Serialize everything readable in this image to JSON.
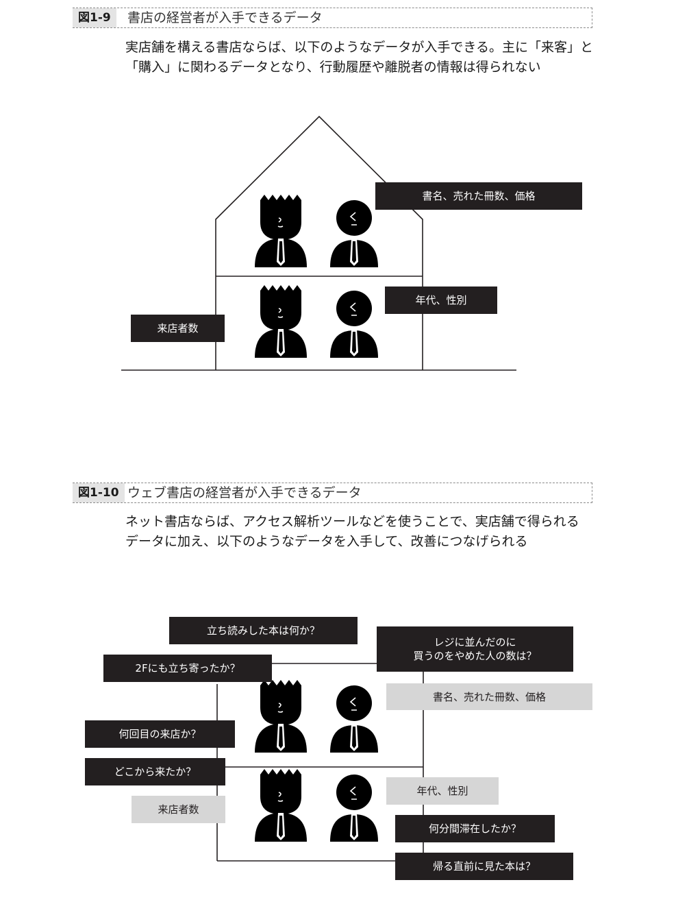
{
  "figure1": {
    "number": "図1-9",
    "title": "書店の経営者が入手できるデータ",
    "description": [
      "実店舗を構える書店ならば、以下のようなデータが入手できる。主に「来客」と",
      "「購入」に関わるデータとなり、行動履歴や離脱者の情報は得られない"
    ],
    "labels": {
      "purchase": "書名、売れた冊数、価格",
      "demographics": "年代、性別",
      "visitors": "来店者数"
    }
  },
  "figure2": {
    "number": "図1-10",
    "title": "ウェブ書店の経営者が入手できるデータ",
    "description": [
      "ネット書店ならば、アクセス解析ツールなどを使うことで、実店舗で得られる",
      "データに加え、以下のようなデータを入手して、改善につなげられる"
    ],
    "labels": {
      "browsed": "立ち読みした本は何か？",
      "cart_abandon_line1": "レジに並んだのに",
      "cart_abandon_line2": "買うのをやめた人の数は？",
      "second_floor": "2Fにも立ち寄ったか？",
      "purchase": "書名、売れた冊数、価格",
      "visit_count": "何回目の来店か？",
      "referrer": "どこから来たか？",
      "demographics": "年代、性別",
      "visitors": "来店者数",
      "dwell_time": "何分間滞在したか？",
      "last_viewed": "帰る直前に見た本は？"
    }
  },
  "colors": {
    "dark_box": "#231f20",
    "light_box": "#d6d6d6",
    "line": "#231f20"
  }
}
